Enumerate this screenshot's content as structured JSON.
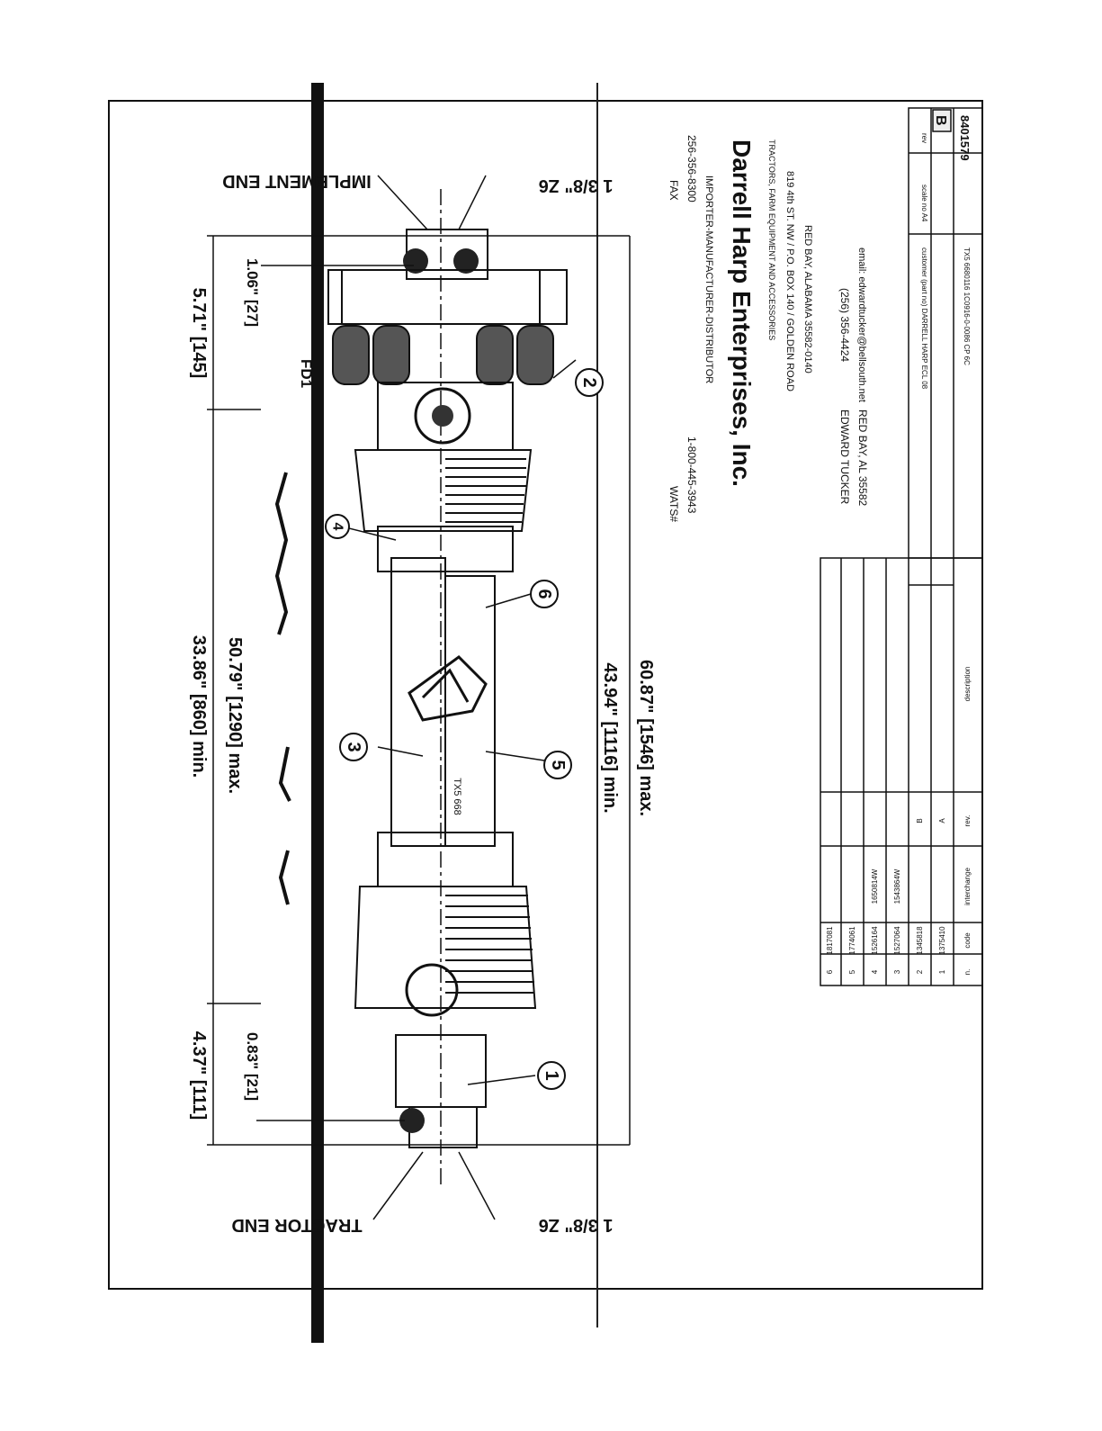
{
  "drawing": {
    "implement_end": "IMPLEMENT END",
    "tractor_end": "TRACTOR END",
    "spline_top": "1 3/8\" Z6",
    "spline_bottom": "1 3/8\" Z6",
    "dim_571": "5.71\" [145]",
    "dim_106": "1.06\" [27]",
    "fd1": "FD1",
    "dim_3386": "33.86\" [860] min.",
    "dim_5079": "50.79\" [1290] max.",
    "dim_437": "4.37\" [111]",
    "dim_083": "0.83\" [21]",
    "dim_4394": "43.94\" [1116] min.",
    "dim_6087": "60.87\" [1546] max.",
    "shaft_label": "TX5 668",
    "balloons": [
      "1",
      "2",
      "3",
      "4",
      "5",
      "6"
    ]
  },
  "company": {
    "watts_label": "WATS#",
    "watts_number": "1-800-445-3943",
    "fax_label": "FAX",
    "fax_number": "256-356-8300",
    "role": "IMPORTER-MANUFACTURER-DISTRIBUTOR",
    "name": "Darrell Harp Enterprises, Inc.",
    "tagline": "TRACTORS, FARM EQUIPMENT AND ACCESSORIES",
    "address1": "819 4th ST. NW / P.O. BOX 140 / GOLDEN ROAD",
    "address2": "RED BAY, ALABAMA 35582-0140",
    "contact_name": "EDWARD TUCKER",
    "contact_city": "RED BAY, AL 35582",
    "contact_phone": "(256) 356-4424",
    "contact_email": "email: edwardtucker@bellsouth.net"
  },
  "bom": {
    "rows": [
      {
        "n": "6",
        "code": "1817081"
      },
      {
        "n": "5",
        "code": "1774061"
      },
      {
        "n": "4",
        "code": "1526164",
        "code2": "1650814W"
      },
      {
        "n": "3",
        "code": "1527064",
        "code2": "1543864W"
      },
      {
        "n": "2",
        "code": "1345818"
      },
      {
        "n": "1",
        "code": "1375410"
      }
    ],
    "header_n": "n.",
    "header_code": "code",
    "header_interchange": "interchange",
    "header_rev": "rev.",
    "header_desc": "description",
    "rev_b": "B",
    "rev_a": "A"
  },
  "titleblock": {
    "rev_label": "rev",
    "rev_value": "B",
    "scale": "scale no A4",
    "part_code": "8401579",
    "title_line": "TX5 6680116 1C0916-0-0086 CP 6C",
    "owner_note": "customer (part no) DARRELL HARP ECL 08"
  }
}
